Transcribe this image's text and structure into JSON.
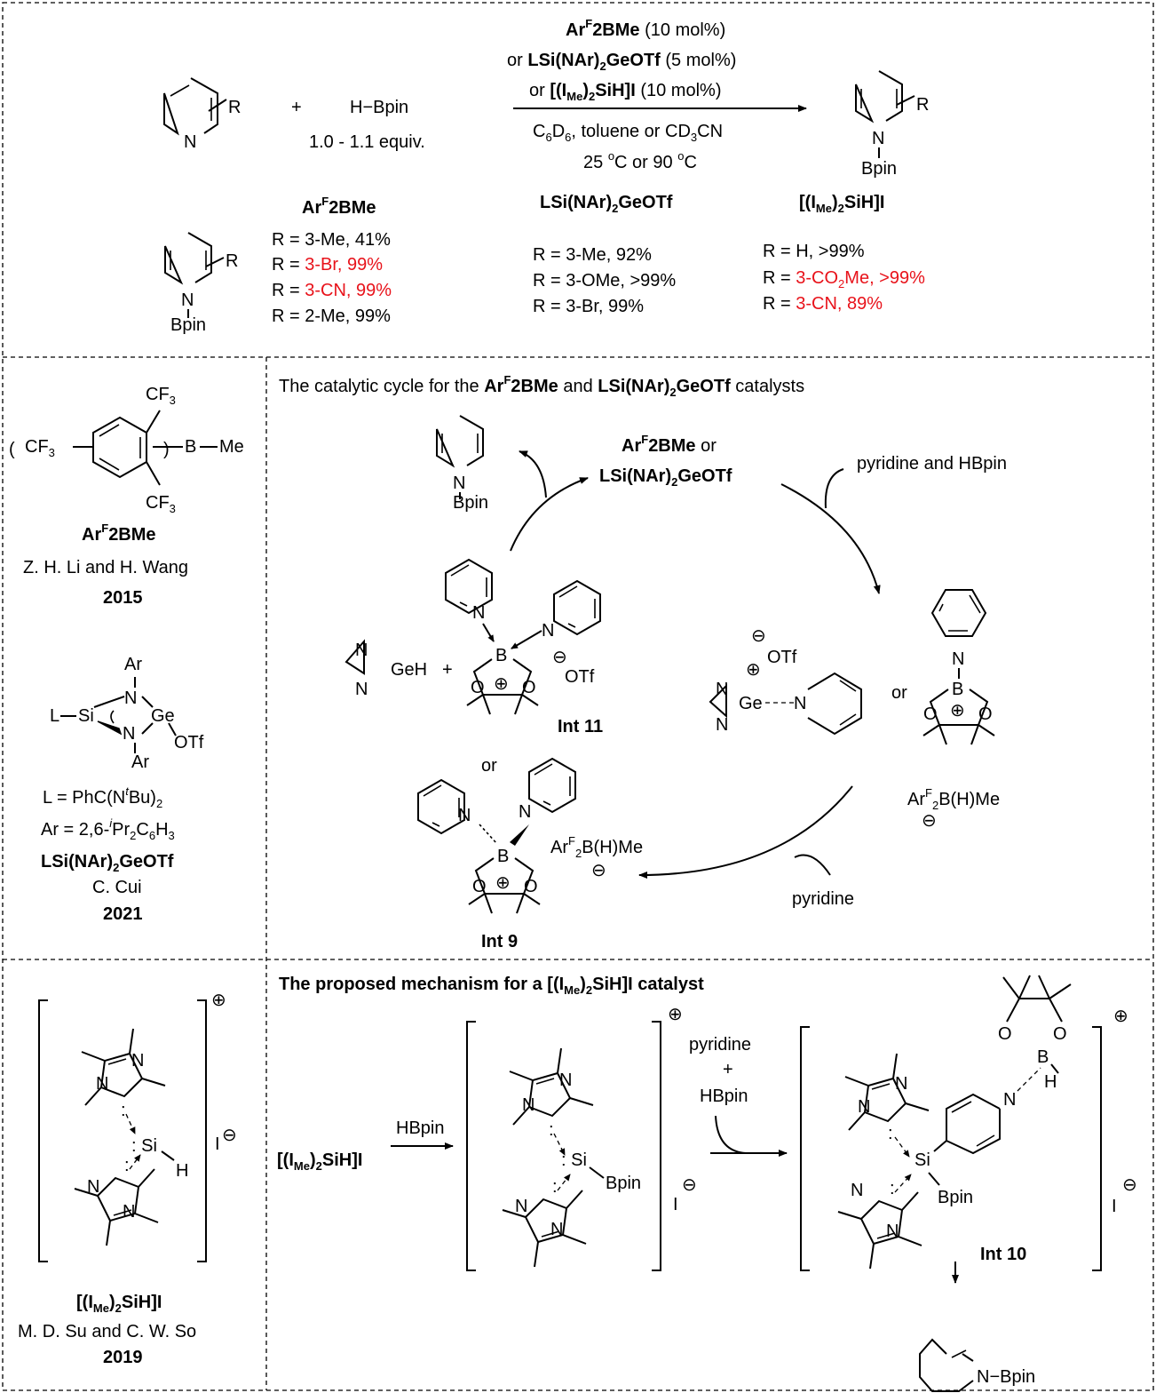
{
  "top_reaction": {
    "reagent": "H−Bpin",
    "equiv": "1.0 - 1.1 equiv.",
    "plus": "+",
    "cond_line1_bold": "Ar",
    "cond_line1_rest": "(10 mol%)",
    "cond_line2_prefix": "or",
    "cond_line2_rest": "(5 mol%)",
    "cond_line3_prefix": "or",
    "cond_line3_rest": "(10 mol%)",
    "solvents": "C6D6, toluene or CD3CN",
    "temps": "25 °C or 90 °C",
    "substituent": "R",
    "product_n": "N",
    "product_bpin": "Bpin"
  },
  "catalyst_names": {
    "arf": "ArF2BMe",
    "ge": "LSi(NAr)2GeOTf",
    "si": "[(IMe)2SiH]I"
  },
  "results": {
    "arf": [
      "R = 3-Me, 41%",
      "R = 3-Br, 99%",
      "R = 3-CN, 99%",
      "R = 2-Me, 99%"
    ],
    "ge": [
      "R = 3-Me, 92%",
      "R = 3-OMe, >99%",
      "R = 3-Br, 99%"
    ],
    "si": [
      "R = H, >99%",
      "R = 3-CO2Me, >99%",
      "R = 3-CN, 89%"
    ],
    "highlight_color": "#e8121a"
  },
  "left_panel": {
    "arf_authors": "Z. H. Li and H. Wang",
    "arf_year": "2015",
    "ge_L": "L = PhC(NtBu)2",
    "ge_Ar": "Ar = 2,6-iPr2C6H3",
    "ge_authors": "C. Cui",
    "ge_year": "2021",
    "si_authors": "M. D. Su and C. W. So",
    "si_year": "2019"
  },
  "cycle": {
    "heading_prefix": "The catalytic cycle for the",
    "heading_and": "and",
    "heading_suffix": "catalysts",
    "catalyst_or": "or",
    "input_label": "pyridine and HBpin",
    "pyridine_label": "pyridine",
    "int11": "Int 11",
    "int9": "Int 9",
    "or_label": "or",
    "otf": "OTf",
    "borate": "ArF2B(H)Me"
  },
  "mechanism": {
    "heading": "The proposed mechanism for a [(IMe)2SiH]I catalyst",
    "hbpin": "HBpin",
    "pyridine": "pyridine",
    "plus": "+",
    "int10": "Int 10",
    "iodide": "I",
    "product": "N−Bpin"
  }
}
